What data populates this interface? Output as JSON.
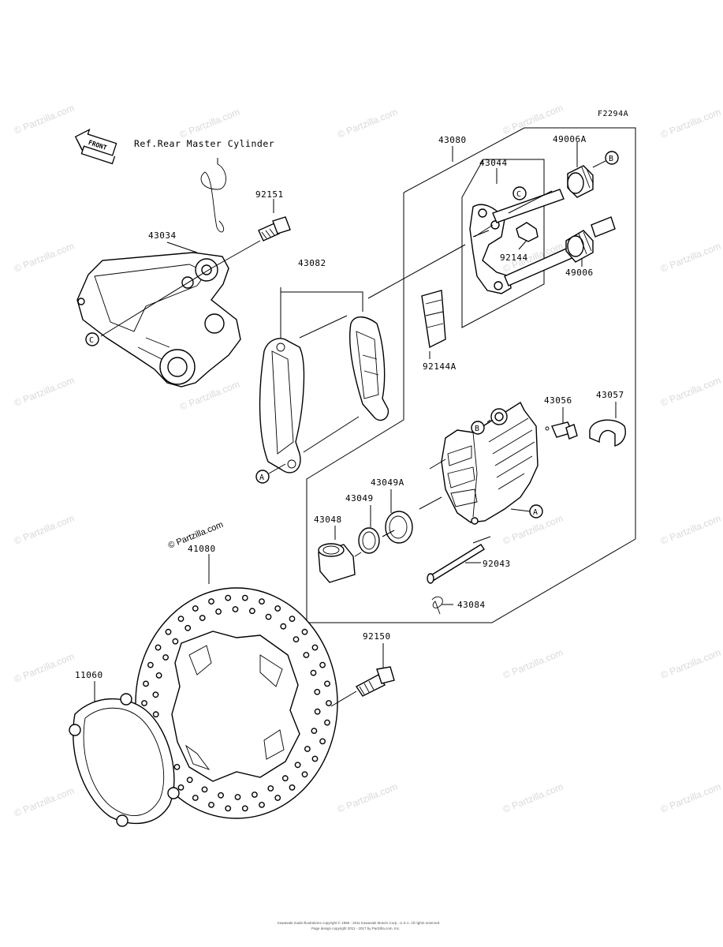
{
  "diagram_code": "F2294A",
  "front_label": "FRONT",
  "ref_note": "Ref.Rear Master Cylinder",
  "parts": {
    "p43080": "43080",
    "p49006A": "49006A",
    "p43044": "43044",
    "p92151": "92151",
    "p43034": "43034",
    "p43082": "43082",
    "p92144": "92144",
    "p49006": "49006",
    "p92144A": "92144A",
    "p43056": "43056",
    "p43057": "43057",
    "p43049A": "43049A",
    "p43049": "43049",
    "p43048": "43048",
    "p41080": "41080",
    "p92043": "92043",
    "p43084": "43084",
    "p92150": "92150",
    "p11060": "11060"
  },
  "callouts": {
    "A1": "A",
    "A2": "A",
    "B1": "B",
    "B2": "B",
    "C1": "C",
    "C2": "C"
  },
  "watermark": "© Partzilla.com",
  "footer_line1": "Kawasaki-made illustrations copyright © 1998 - 2011 Kawasaki Motors Corp., U.S.A. All rights reserved.",
  "footer_line2": "Page design copyright 2011 - 2017 by Partzilla.com, Inc."
}
